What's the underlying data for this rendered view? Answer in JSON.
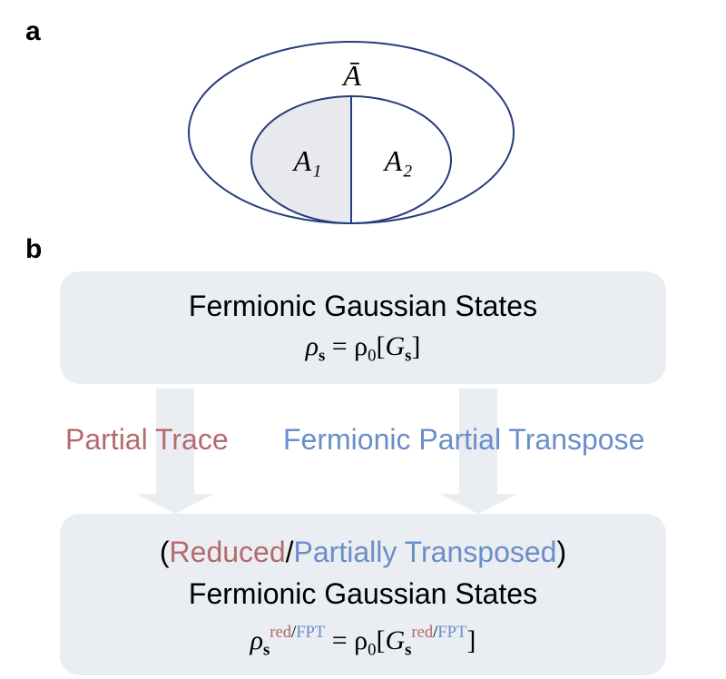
{
  "panel_a": {
    "label": "a",
    "outer_region_label": "Ā",
    "left_region_label": "A₁",
    "right_region_label": "A₂",
    "colors": {
      "outline": "#273c7a",
      "fill": "#e7e9ee"
    }
  },
  "panel_b": {
    "label": "b",
    "top_box": {
      "title": "Fermionic Gaussian States",
      "formula_lhs": "ρ",
      "formula_sub": "s",
      "formula_eq": " = ρ",
      "formula_rhs_sub": "0",
      "formula_bracket_open": "[",
      "formula_G": "G",
      "formula_G_sub": "s",
      "formula_bracket_close": "]"
    },
    "arrows": {
      "left_label": "Partial Trace",
      "right_label": "Fermionic Partial Transpose"
    },
    "bottom_box": {
      "open_paren": "(",
      "reduced": "Reduced",
      "slash": "/",
      "partially_transposed": "Partially Transposed",
      "close_paren": ")",
      "title": "Fermionic Gaussian States",
      "formula_lhs": "ρ",
      "formula_sub": "s",
      "sup_red": "red",
      "sup_slash": "/",
      "sup_fpt": "FPT",
      "formula_eq": " = ρ",
      "formula_rhs_sub": "0",
      "formula_bracket_open": "[",
      "formula_G": "G",
      "formula_G_sub": "s",
      "formula_bracket_close": "]"
    },
    "colors": {
      "box": "#eaedf1",
      "arrow": "#eaedf1",
      "red": "#b56a6d",
      "blue": "#6a8ec9"
    }
  }
}
